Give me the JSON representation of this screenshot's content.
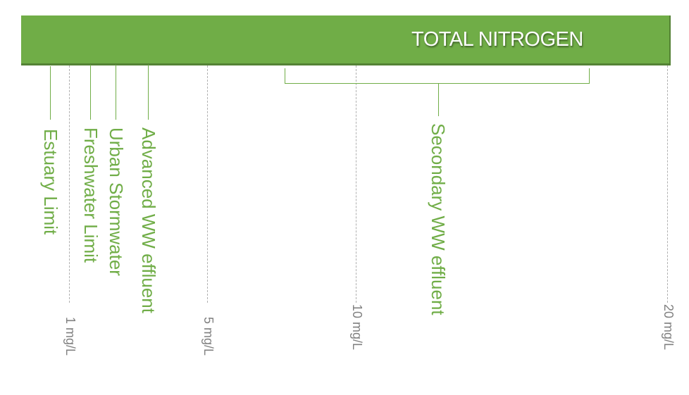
{
  "title": "TOTAL NITROGEN",
  "colors": {
    "bar": "#70AD47",
    "label": "#70AD47",
    "tick": "#808080"
  },
  "scale_ticks": [
    {
      "value": 1,
      "label": "1 mg/L"
    },
    {
      "value": 5,
      "label": "5 mg/L"
    },
    {
      "value": 10,
      "label": "10 mg/L"
    },
    {
      "value": 20,
      "label": "20 mg/L"
    }
  ],
  "markers": [
    {
      "label": "Estuary Limit"
    },
    {
      "label": "Freshwater Limit"
    },
    {
      "label": "Urban Stormwater"
    },
    {
      "label": "Advanced WW effluent"
    },
    {
      "label": "Secondary WW effluent"
    }
  ]
}
